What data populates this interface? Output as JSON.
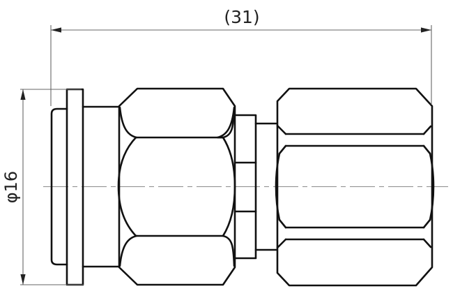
{
  "drawing": {
    "type": "engineering-drawing",
    "part": "coaxial-adapter-side-view",
    "dimensions": {
      "overall_length": {
        "label": "(31)"
      },
      "flange_diameter": {
        "label": "φ16"
      }
    },
    "colors": {
      "outline": "#111111",
      "dimension_line": "#666666",
      "centerline": "#8a8a8a",
      "background": "#ffffff"
    }
  }
}
